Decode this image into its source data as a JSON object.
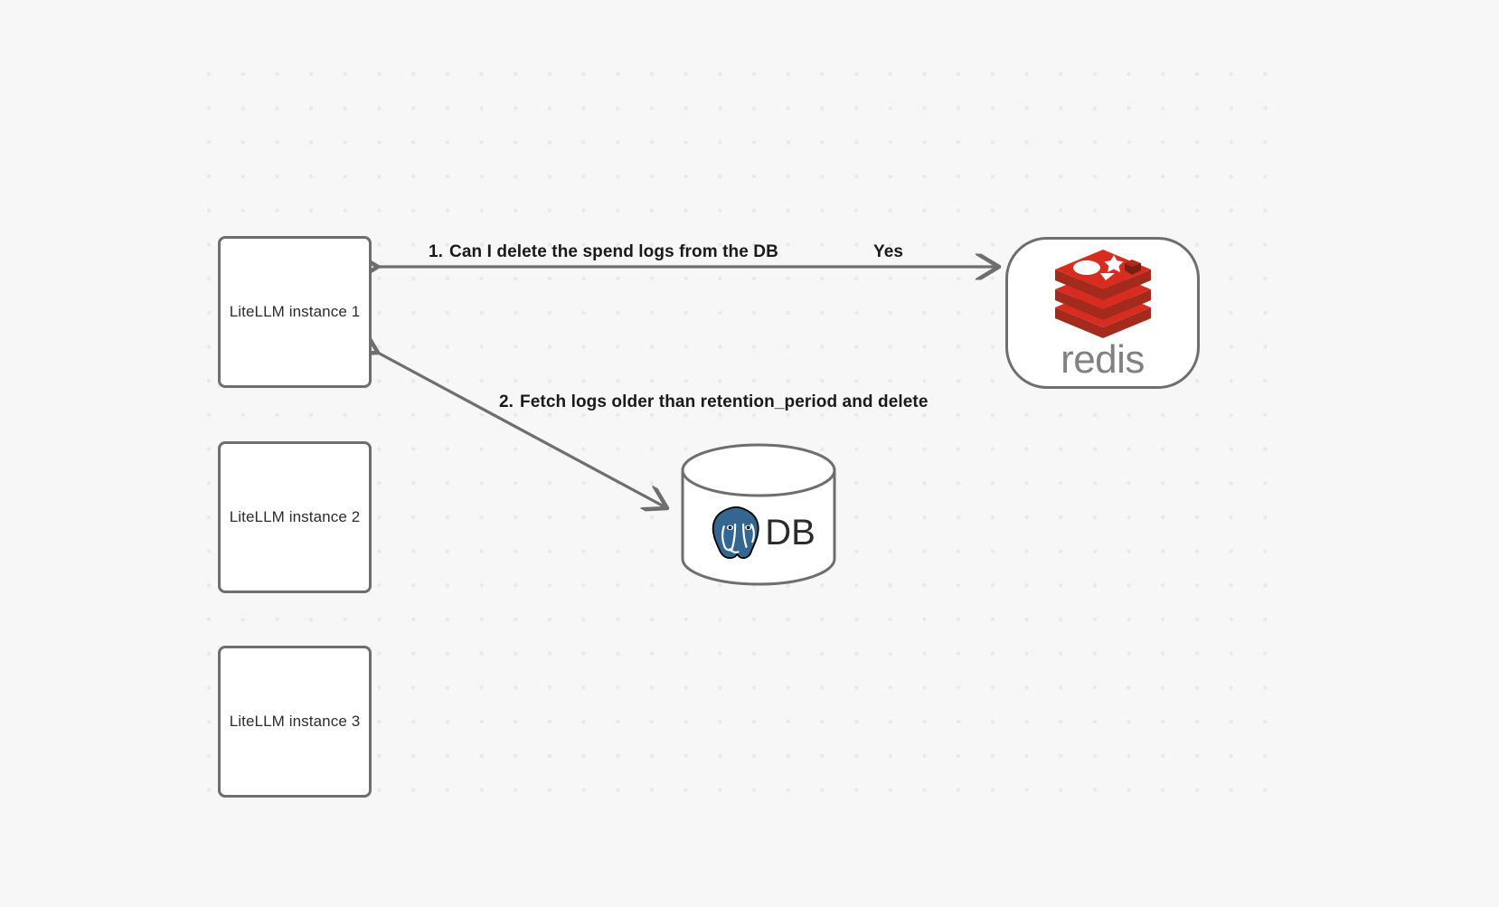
{
  "canvas": {
    "background_color": "#f7f7f7",
    "grid_dot_color": "#e8e9ea",
    "edge_color": "#6e6e6e",
    "node_border_color": "#6e6e6e",
    "node_fill_color": "#ffffff"
  },
  "nodes": {
    "litellm_instances": [
      {
        "id": "litellm-1",
        "label": "LiteLLM instance 1"
      },
      {
        "id": "litellm-2",
        "label": "LiteLLM instance 2"
      },
      {
        "id": "litellm-3",
        "label": "LiteLLM instance 3"
      }
    ],
    "redis": {
      "id": "redis",
      "wordmark": "redis",
      "logo_color": "#d82c20",
      "wordmark_color": "#818181"
    },
    "database": {
      "id": "postgres-db",
      "label": "DB",
      "logo_color": "#336791"
    }
  },
  "edges": [
    {
      "id": "edge-litellm1-redis",
      "from": "litellm-1",
      "to": "redis",
      "step_number": "1.",
      "label": "Can I delete the spend logs from the DB",
      "reply_label": "Yes",
      "bidirectional": true
    },
    {
      "id": "edge-litellm1-db",
      "from": "litellm-1",
      "to": "postgres-db",
      "step_number": "2.",
      "label": "Fetch logs older than retention_period and delete",
      "bidirectional": true
    }
  ]
}
